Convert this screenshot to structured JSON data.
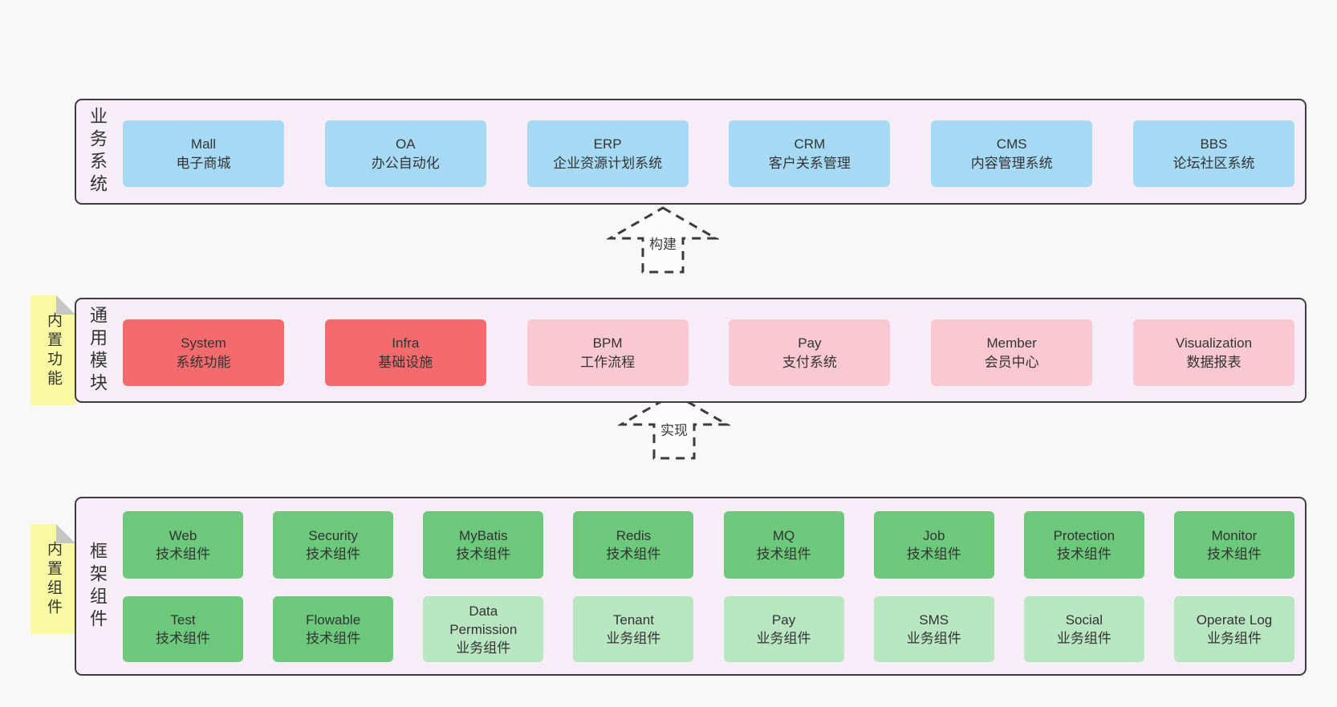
{
  "colors": {
    "page_bg": "#f8f8f8",
    "panel_bg": "#f7edf6",
    "panel_border": "#3d3d3d",
    "blue_box": "#a6daf4",
    "red_box": "#f56b6d",
    "pink_box": "#f9c8d2",
    "green_box": "#6cc87a",
    "light_green_box": "#b8e6c0",
    "yellow_tag": "#fafaa2",
    "fold_gray": "#c6c6c6",
    "text": "#333333"
  },
  "arrows": [
    {
      "id": "build",
      "label": "构建"
    },
    {
      "id": "implement",
      "label": "实现"
    }
  ],
  "panels": {
    "business": {
      "label": "业务系统",
      "boxes": [
        {
          "title": "Mall",
          "subtitle": "电子商城",
          "type": "blue"
        },
        {
          "title": "OA",
          "subtitle": "办公自动化",
          "type": "blue"
        },
        {
          "title": "ERP",
          "subtitle": "企业资源计划系统",
          "type": "blue"
        },
        {
          "title": "CRM",
          "subtitle": "客户关系管理",
          "type": "blue"
        },
        {
          "title": "CMS",
          "subtitle": "内容管理系统",
          "type": "blue"
        },
        {
          "title": "BBS",
          "subtitle": "论坛社区系统",
          "type": "blue"
        }
      ]
    },
    "modules": {
      "label": "通用模块",
      "tag": "内置功能",
      "boxes": [
        {
          "title": "System",
          "subtitle": "系统功能",
          "type": "red"
        },
        {
          "title": "Infra",
          "subtitle": "基础设施",
          "type": "red"
        },
        {
          "title": "BPM",
          "subtitle": "工作流程",
          "type": "pink"
        },
        {
          "title": "Pay",
          "subtitle": "支付系统",
          "type": "pink"
        },
        {
          "title": "Member",
          "subtitle": "会员中心",
          "type": "pink"
        },
        {
          "title": "Visualization",
          "subtitle": "数据报表",
          "type": "pink"
        }
      ]
    },
    "framework": {
      "label": "框架组件",
      "tag": "内置组件",
      "rows": [
        [
          {
            "title": "Web",
            "subtitle": "技术组件",
            "type": "green"
          },
          {
            "title": "Security",
            "subtitle": "技术组件",
            "type": "green"
          },
          {
            "title": "MyBatis",
            "subtitle": "技术组件",
            "type": "green"
          },
          {
            "title": "Redis",
            "subtitle": "技术组件",
            "type": "green"
          },
          {
            "title": "MQ",
            "subtitle": "技术组件",
            "type": "green"
          },
          {
            "title": "Job",
            "subtitle": "技术组件",
            "type": "green"
          },
          {
            "title": "Protection",
            "subtitle": "技术组件",
            "type": "green"
          },
          {
            "title": "Monitor",
            "subtitle": "技术组件",
            "type": "green"
          }
        ],
        [
          {
            "title": "Test",
            "subtitle": "技术组件",
            "type": "green"
          },
          {
            "title": "Flowable",
            "subtitle": "技术组件",
            "type": "green"
          },
          {
            "title": "Data Permission",
            "subtitle": "业务组件",
            "type": "light-green"
          },
          {
            "title": "Tenant",
            "subtitle": "业务组件",
            "type": "light-green"
          },
          {
            "title": "Pay",
            "subtitle": "业务组件",
            "type": "light-green"
          },
          {
            "title": "SMS",
            "subtitle": "业务组件",
            "type": "light-green"
          },
          {
            "title": "Social",
            "subtitle": "业务组件",
            "type": "light-green"
          },
          {
            "title": "Operate Log",
            "subtitle": "业务组件",
            "type": "light-green"
          }
        ]
      ]
    }
  }
}
